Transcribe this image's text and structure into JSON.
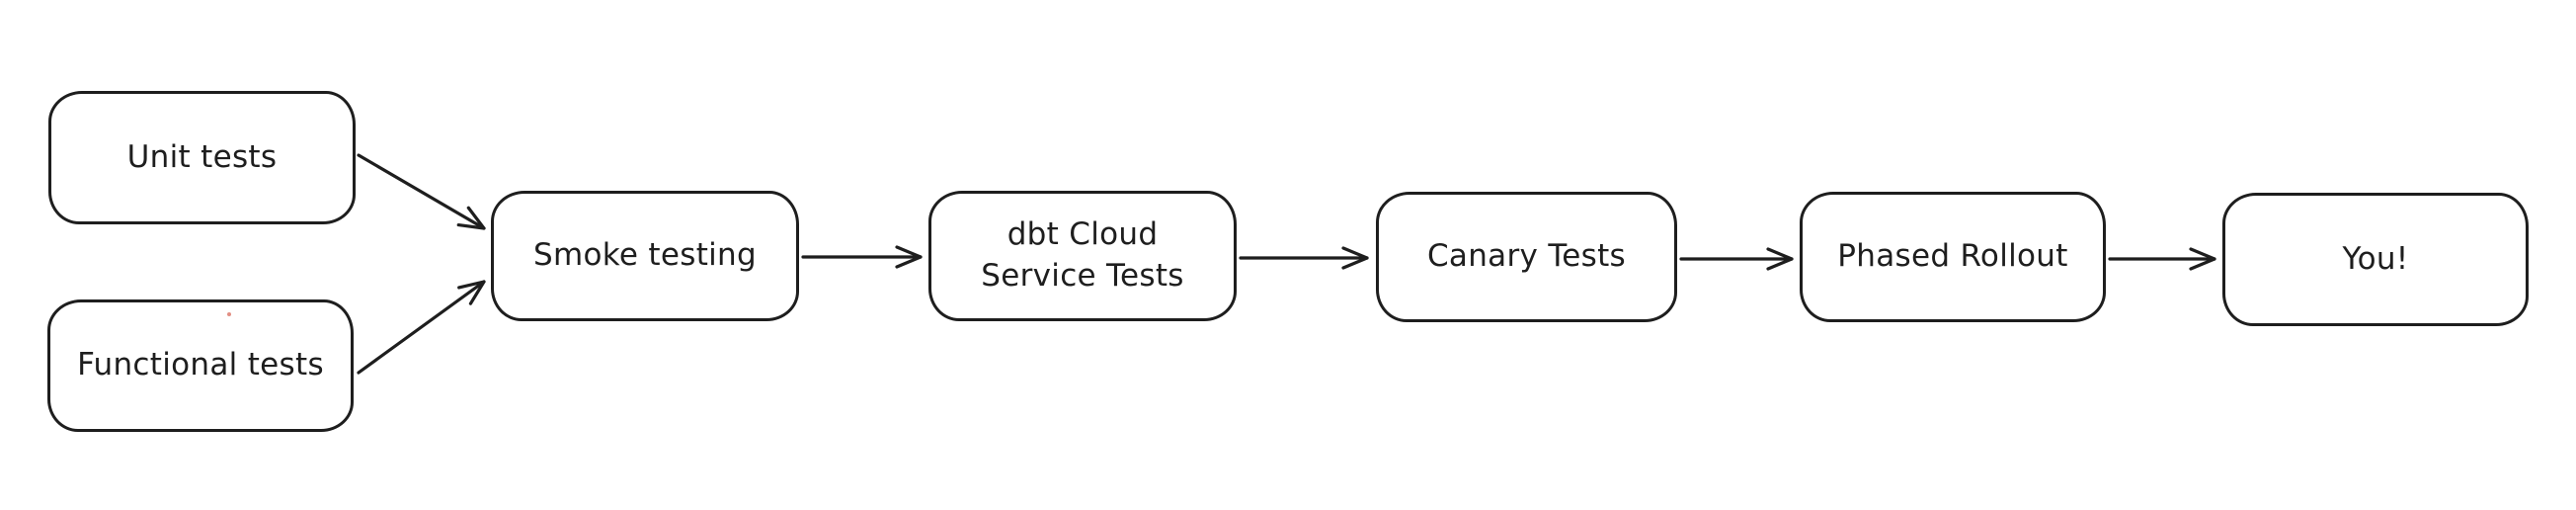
{
  "diagram": {
    "colors": {
      "stroke": "#1e1e1e",
      "background": "#ffffff",
      "artifact_dot": "#dd7b6f"
    },
    "nodes": [
      {
        "id": "unit-tests",
        "label": "Unit tests"
      },
      {
        "id": "functional-tests",
        "label": "Functional tests"
      },
      {
        "id": "smoke-testing",
        "label": "Smoke testing"
      },
      {
        "id": "dbt-cloud-service-tests",
        "label": "dbt Cloud\nService Tests"
      },
      {
        "id": "canary-tests",
        "label": "Canary Tests"
      },
      {
        "id": "phased-rollout",
        "label": "Phased Rollout"
      },
      {
        "id": "you",
        "label": "You!"
      }
    ],
    "edges": [
      {
        "from": "unit-tests",
        "to": "smoke-testing"
      },
      {
        "from": "functional-tests",
        "to": "smoke-testing"
      },
      {
        "from": "smoke-testing",
        "to": "dbt-cloud-service-tests"
      },
      {
        "from": "dbt-cloud-service-tests",
        "to": "canary-tests"
      },
      {
        "from": "canary-tests",
        "to": "phased-rollout"
      },
      {
        "from": "phased-rollout",
        "to": "you"
      }
    ]
  }
}
